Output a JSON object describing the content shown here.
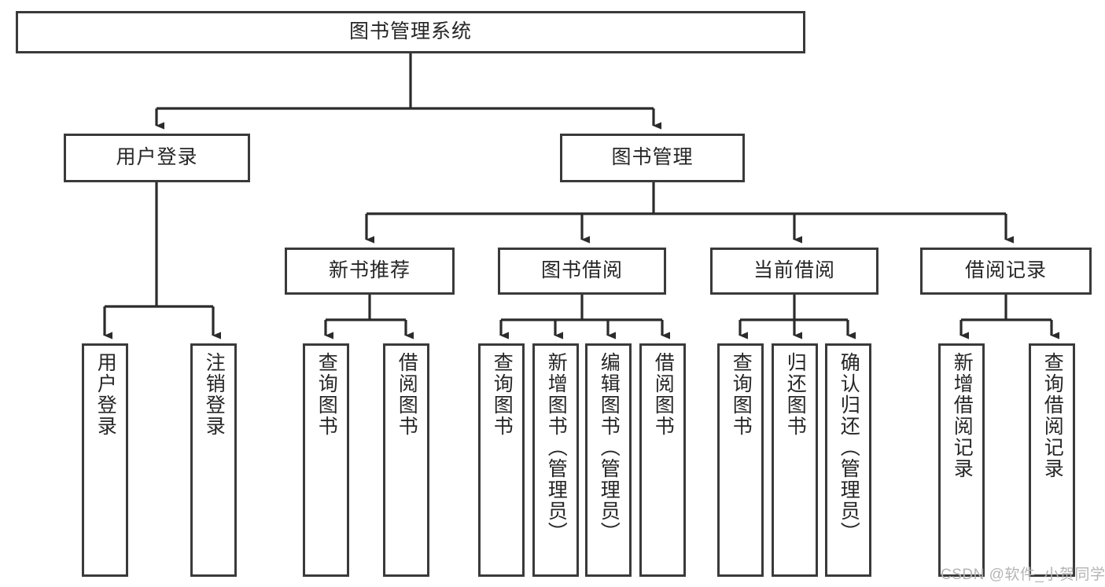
{
  "diagram": {
    "title": "图书管理系统",
    "type": "hierarchy-tree",
    "colors": {
      "box_border": "#3a3a3a",
      "box_fill": "#ffffff",
      "text": "#262626",
      "connector": "#2b2b2b",
      "watermark": "#b4b4b4",
      "background": "#ffffff"
    },
    "nodes": {
      "root": {
        "label": "图书管理系统"
      },
      "level2": [
        {
          "label": "用户登录"
        },
        {
          "label": "图书管理"
        }
      ],
      "level3": [
        {
          "label": "新书推荐"
        },
        {
          "label": "图书借阅"
        },
        {
          "label": "当前借阅"
        },
        {
          "label": "借阅记录"
        }
      ],
      "leaves": {
        "user_login": [
          {
            "label": "用户登录"
          },
          {
            "label": "注销登录"
          }
        ],
        "new_book": [
          {
            "label": "查询图书"
          },
          {
            "label": "借阅图书"
          }
        ],
        "book_borrow": [
          {
            "label": "查询图书"
          },
          {
            "label": "新增图书（管理员）"
          },
          {
            "label": "编辑图书（管理员）"
          },
          {
            "label": "借阅图书"
          }
        ],
        "current_borrow": [
          {
            "label": "查询图书"
          },
          {
            "label": "归还图书"
          },
          {
            "label": "确认归还（管理员）"
          }
        ],
        "borrow_record": [
          {
            "label": "新增借阅记录"
          },
          {
            "label": "查询借阅记录"
          }
        ]
      }
    },
    "watermark": "CSDN @软件_小贺同学"
  }
}
